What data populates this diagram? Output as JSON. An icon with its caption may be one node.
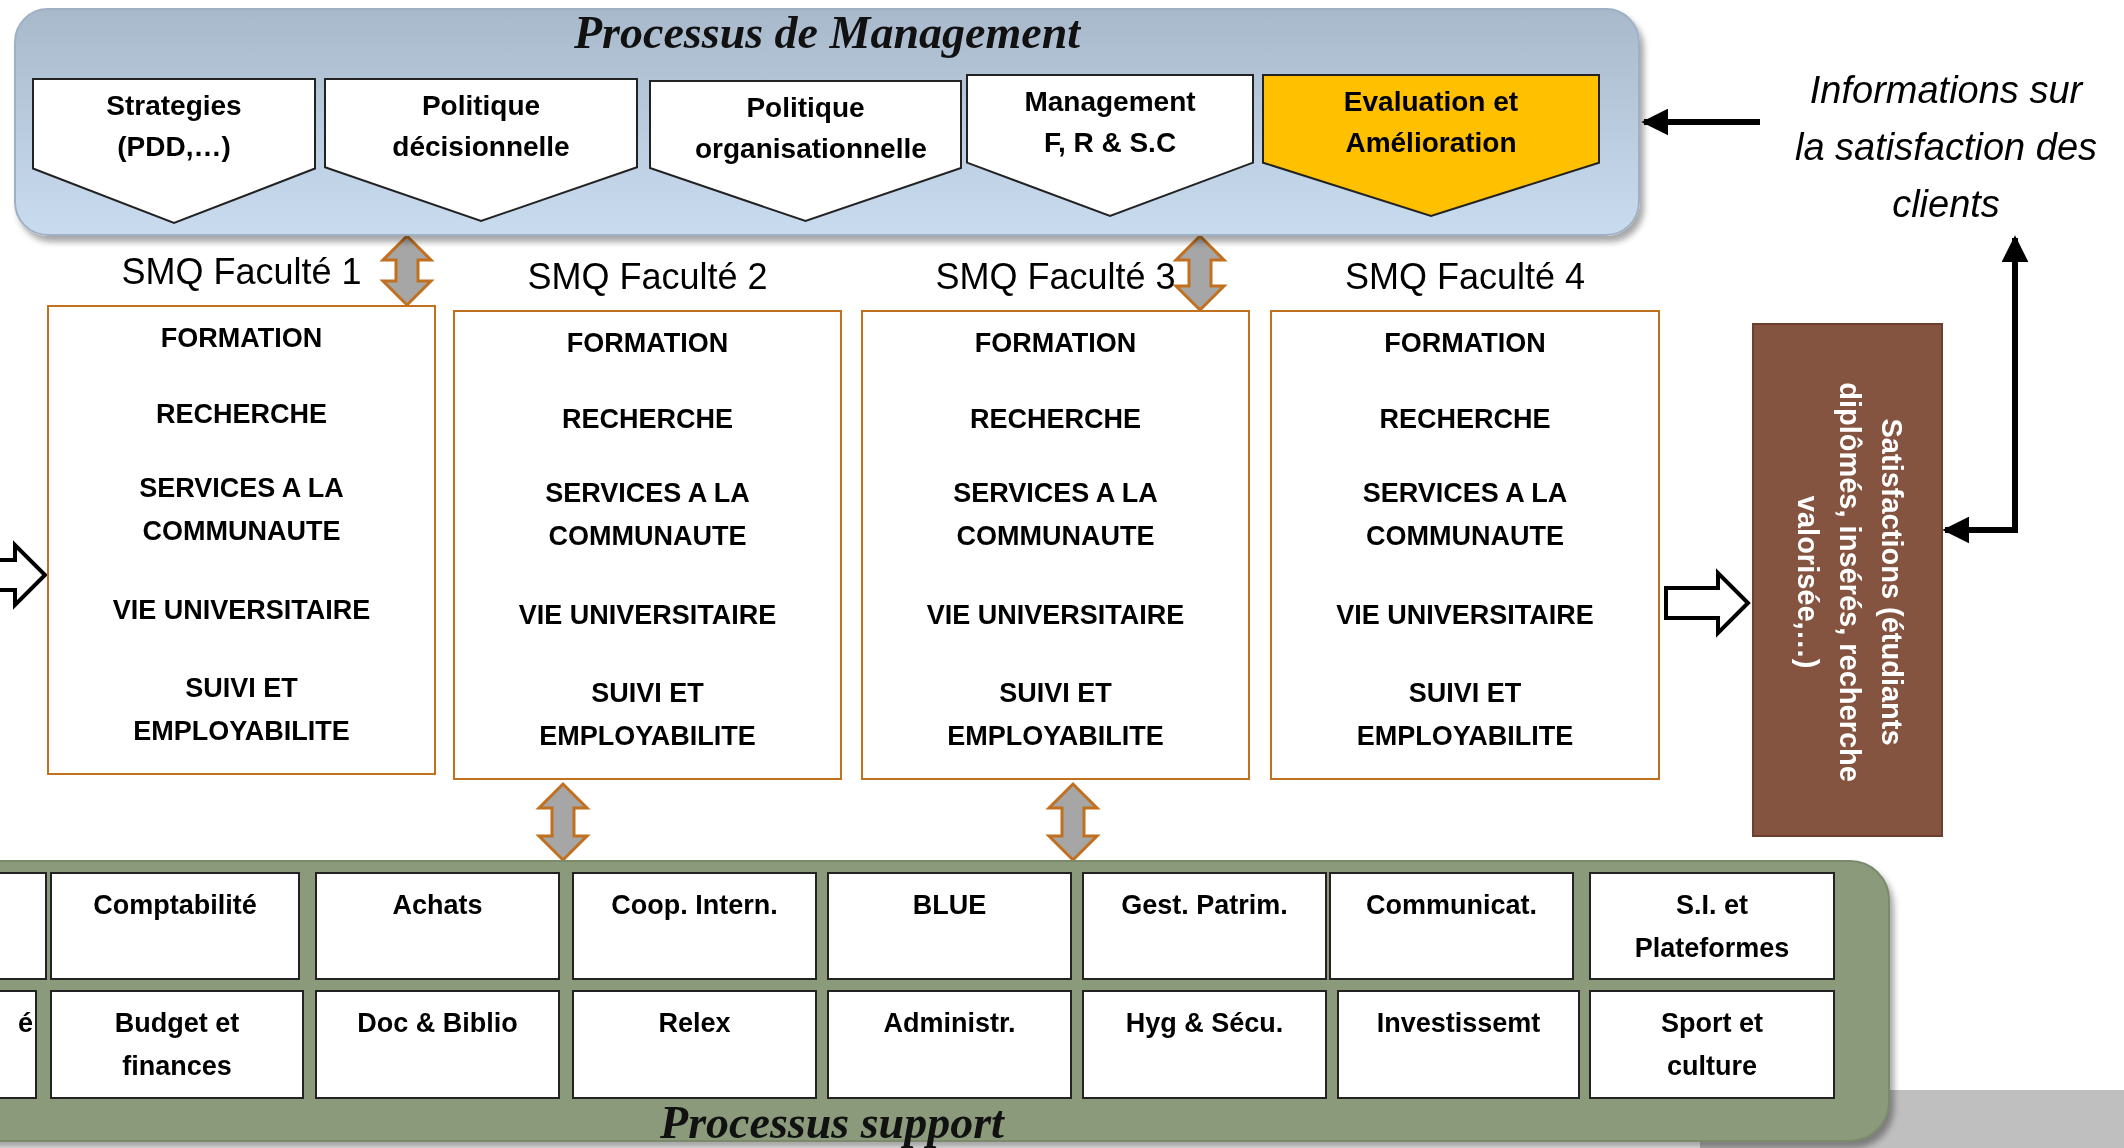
{
  "diagram": {
    "nodes": [
      {
        "text": [
          "Processus de Management"
        ]
      },
      {
        "text": [
          "Strategies (PDD,…)"
        ],
        "in": 0
      },
      {
        "text": [
          "Politique décisionnelle"
        ],
        "in": 0
      },
      {
        "text": [
          "Politique organisationnelle"
        ],
        "in": 0
      },
      {
        "text": [
          "Management F, R & S.C"
        ],
        "in": 0
      },
      {
        "text": [
          "Evaluation et Amélioration"
        ],
        "in": 0
      },
      {
        "text": [
          "Informations sur la satisfaction des clients"
        ]
      },
      {
        "text": [
          "SMQ Faculté 1",
          "FORMATION",
          "RECHERCHE",
          "SERVICES A LA COMMUNAUTE",
          "VIE UNIVERSITAIRE",
          "SUIVI ET EMPLOYABILITE"
        ]
      },
      {
        "text": [
          "SMQ Faculté 2",
          "FORMATION",
          "RECHERCHE",
          "SERVICES A LA COMMUNAUTE",
          "VIE UNIVERSITAIRE",
          "SUIVI ET EMPLOYABILITE"
        ]
      },
      {
        "text": [
          "SMQ Faculté 3",
          "FORMATION",
          "RECHERCHE",
          "SERVICES A LA COMMUNAUTE",
          "VIE UNIVERSITAIRE",
          "SUIVI ET EMPLOYABILITE"
        ]
      },
      {
        "text": [
          "SMQ Faculté 4",
          "FORMATION",
          "RECHERCHE",
          "SERVICES A LA COMMUNAUTE",
          "VIE UNIVERSITAIRE",
          "SUIVI ET EMPLOYABILITE"
        ]
      },
      {
        "text": [
          "Satisfactions (étudiants diplômés, insérés, recherche valorisée,…)"
        ]
      },
      {
        "text": [
          "Processus support"
        ]
      },
      {
        "text": [],
        "shape": "box",
        "in": 12
      },
      {
        "text": [
          "Comptabilité"
        ],
        "in": 12
      },
      {
        "text": [
          "Achats"
        ],
        "in": 12
      },
      {
        "text": [
          "Coop. Intern."
        ],
        "in": 12
      },
      {
        "text": [
          "BLUE"
        ],
        "in": 12
      },
      {
        "text": [
          "Gest. Patrim."
        ],
        "in": 12
      },
      {
        "text": [
          "Communicat."
        ],
        "in": 12
      },
      {
        "text": [
          "S.I. et Plateformes"
        ],
        "in": 12
      },
      {
        "text": [
          "é"
        ],
        "in": 12
      },
      {
        "text": [
          "Budget et finances"
        ],
        "in": 12
      },
      {
        "text": [
          "Doc & Biblio"
        ],
        "in": 12
      },
      {
        "text": [
          "Relex"
        ],
        "in": 12
      },
      {
        "text": [
          "Administr."
        ],
        "in": 12
      },
      {
        "text": [
          "Hyg & Sécu."
        ],
        "in": 12
      },
      {
        "text": [
          "Investissemt"
        ],
        "in": 12
      },
      {
        "text": [
          "Sport et culture"
        ],
        "in": 12
      }
    ],
    "edges": [
      {
        "from": 6,
        "to": 0,
        "arrow": "to"
      },
      {
        "from": 0,
        "to": 7,
        "arrow": "both",
        "color": "#a6a6a6"
      },
      {
        "from": 0,
        "to": 9,
        "arrow": "both",
        "color": "#a6a6a6"
      },
      {
        "from": 8,
        "to": 12,
        "arrow": "both",
        "color": "#a6a6a6"
      },
      {
        "from": 9,
        "to": 12,
        "arrow": "both",
        "color": "#a6a6a6"
      },
      {
        "from": 10,
        "to": 11,
        "arrow": "to",
        "color": "#ffffff"
      },
      {
        "from": 11,
        "to": 6,
        "arrow": "both"
      },
      {
        "from": null,
        "to": 7,
        "arrow": "to",
        "color": "#ffffff"
      }
    ]
  }
}
